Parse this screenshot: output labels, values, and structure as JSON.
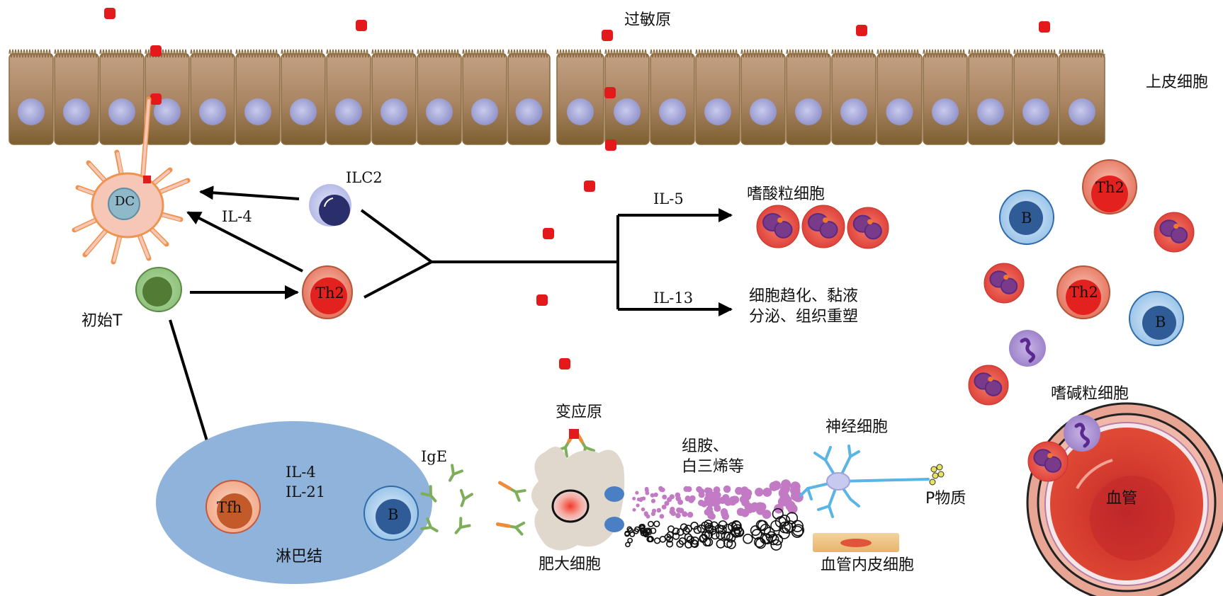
{
  "title": "过敏性炎症机制示意图",
  "labels": {
    "allergen_top": "过敏原",
    "epithelial": "上皮细胞",
    "ilc2": "ILC2",
    "dc": "DC",
    "il4_top": "IL-4",
    "naive_t": "初始T",
    "th2": "Th2",
    "il5": "IL-5",
    "il13": "IL-13",
    "eosinophil": "嗜酸粒细胞",
    "il13_effect": "细胞趋化、黏液\n分泌、组织重塑",
    "tfh": "Tfh",
    "il4_ln": "IL-4",
    "il21": "IL-21",
    "b_cell": "B",
    "ige": "IgE",
    "lymph_node": "淋巴结",
    "allergen_mast": "变应原",
    "mediators": "组胺、\n白三烯等",
    "mast_cell": "肥大细胞",
    "nerve_cell": "神经细胞",
    "substance_p": "P物质",
    "endothelial": "血管内皮细胞",
    "basophil": "嗜碱粒细胞",
    "vessel": "血管",
    "tissue_th2_a": "Th2",
    "tissue_th2_b": "Th2",
    "tissue_b_a": "B",
    "tissue_b_b": "B"
  },
  "colors": {
    "epithelium": "#a98462",
    "nucleus": "#a9acdc",
    "allergen": "#e3191c",
    "dc_body": "#f6c7b6",
    "dc_outline": "#ef9350",
    "th2": "#e8352c",
    "b_cell": "#2f5c97",
    "lymph_node": "#8fb3db",
    "eosinophil": "#e8534a",
    "basophil": "#9b82c7",
    "vessel": "#d9352a",
    "neuron": "#5ab4e4",
    "histamine": "#c37ac5"
  },
  "pathways": [
    {
      "from": "ILC2",
      "to": "DC",
      "label": ""
    },
    {
      "from": "Th2",
      "to": "DC",
      "label": "IL-4"
    },
    {
      "from": "初始T",
      "to": "Th2",
      "label": ""
    },
    {
      "from": "ILC2+Th2",
      "to": "嗜酸粒细胞",
      "label": "IL-5"
    },
    {
      "from": "ILC2+Th2",
      "to": "细胞趋化、黏液分泌、组织重塑",
      "label": "IL-13"
    },
    {
      "from": "初始T",
      "to": "Tfh",
      "label": ""
    },
    {
      "from": "Tfh",
      "to": "B",
      "label": "IL-4 / IL-21"
    }
  ]
}
